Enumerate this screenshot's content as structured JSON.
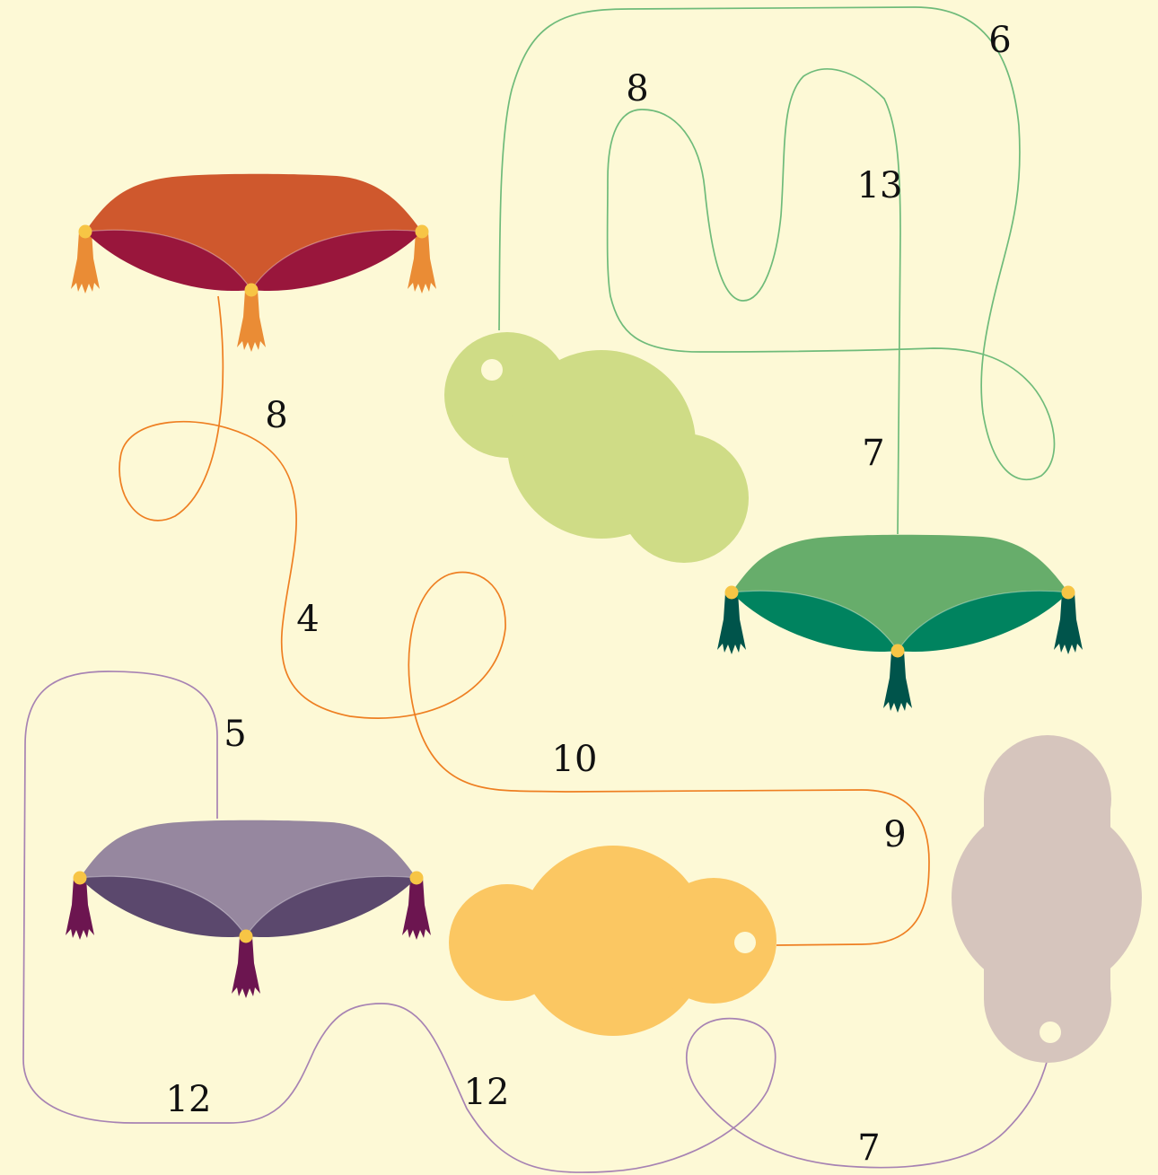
{
  "background": "#fdf9d6",
  "cushions": [
    {
      "id": "orange",
      "top": "#cf582d",
      "bottom": "#99163c",
      "tassel": "#ea8c35",
      "bead": "#f7c545"
    },
    {
      "id": "green",
      "top": "#67ad6b",
      "bottom": "#00835f",
      "tassel": "#00544b",
      "bead": "#f7c545"
    },
    {
      "id": "purple",
      "top": "#96879f",
      "bottom": "#5b486d",
      "tassel": "#6c1550",
      "bead": "#f7c545"
    }
  ],
  "clouds": [
    {
      "id": "lime",
      "color": "#cfdc86"
    },
    {
      "id": "yellow",
      "color": "#fbc762"
    },
    {
      "id": "taupe",
      "color": "#d6c5bd"
    }
  ],
  "strings": [
    {
      "id": "orange-to-yellow",
      "color": "#ee7f22",
      "labels": [
        "8",
        "4",
        "10",
        "9"
      ]
    },
    {
      "id": "green-to-lime",
      "color": "#6fbb7a",
      "labels": [
        "8",
        "13",
        "7",
        "6"
      ]
    },
    {
      "id": "purple-to-taupe",
      "color": "#a783b3",
      "labels": [
        "5",
        "12",
        "12",
        "7"
      ]
    }
  ]
}
